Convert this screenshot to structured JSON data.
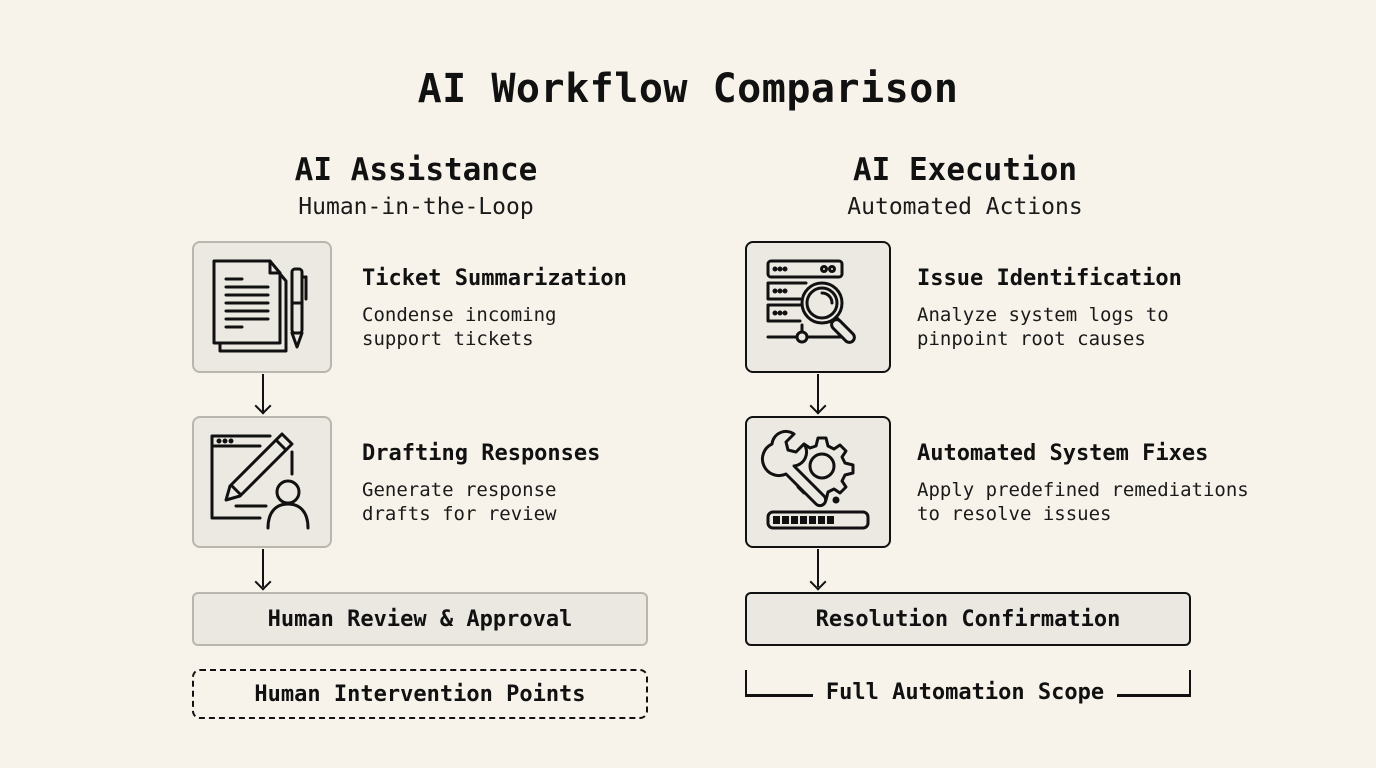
{
  "title": "AI Workflow Comparison",
  "left": {
    "heading": "AI Assistance",
    "subheading": "Human-in-the-Loop",
    "steps": [
      {
        "icon": "document-pen-icon",
        "title": "Ticket Summarization",
        "description": "Condense incoming\nsupport tickets"
      },
      {
        "icon": "draft-editor-user-icon",
        "title": "Drafting Responses",
        "description": "Generate response\ndrafts for review"
      }
    ],
    "final_step": "Human Review & Approval",
    "scope_label": "Human Intervention Points"
  },
  "right": {
    "heading": "AI Execution",
    "subheading": "Automated Actions",
    "steps": [
      {
        "icon": "server-magnifier-icon",
        "title": "Issue Identification",
        "description": "Analyze system logs to\npinpoint root causes"
      },
      {
        "icon": "wrench-gear-progress-icon",
        "title": "Automated System Fixes",
        "description": "Apply predefined remediations\nto resolve issues"
      }
    ],
    "final_step": "Resolution Confirmation",
    "scope_label": "Full Automation Scope"
  },
  "colors": {
    "background": "#f7f3ea",
    "box_fill": "#ece9e2",
    "soft_border": "#b9b6ae",
    "ink": "#111111"
  }
}
